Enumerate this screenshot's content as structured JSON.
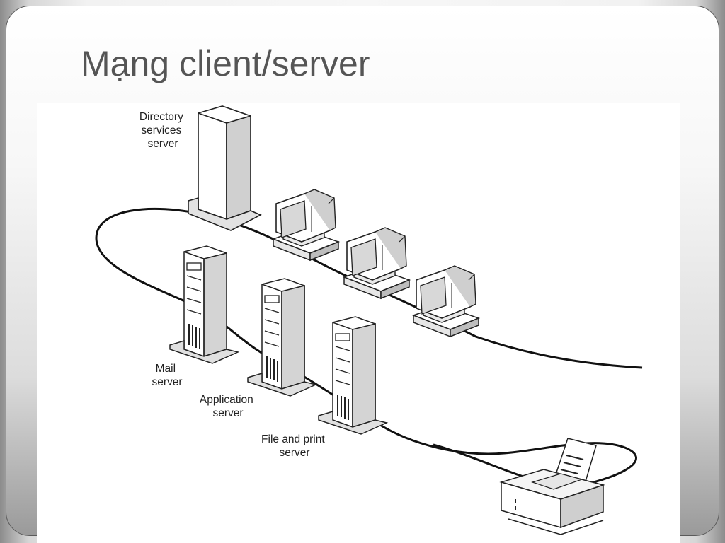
{
  "slide": {
    "title": "Mạng client/server"
  },
  "diagram": {
    "labels": {
      "directory": [
        "Directory",
        "services",
        "server"
      ],
      "mail": [
        "Mail",
        "server"
      ],
      "application": [
        "Application",
        "server"
      ],
      "file_print": [
        "File and print",
        "server"
      ]
    },
    "icons": [
      "tower-server-icon",
      "workstation-icon",
      "rack-server-icon",
      "printer-icon"
    ]
  }
}
